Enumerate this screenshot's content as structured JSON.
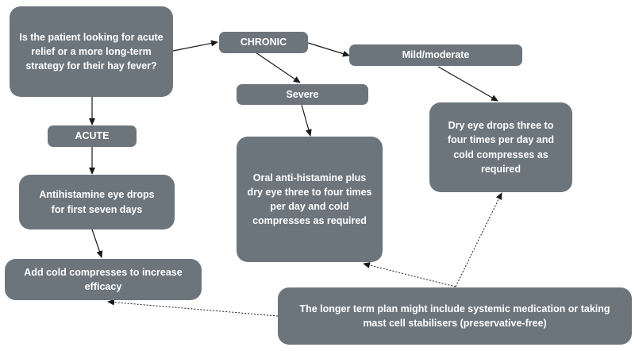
{
  "diagram": {
    "question": "Is the patient looking for acute relief or a more long-term strategy for their hay fever?",
    "acute_label": "ACUTE",
    "chronic_label": "CHRONIC",
    "severe_label": "Severe",
    "mild_label": "Mild/moderate",
    "antihistamine_drops": "Antihistamine eye drops for first seven days",
    "cold_compresses": "Add cold compresses to increase efficacy",
    "oral_antihistamine": "Oral anti-histamine plus dry eye three to four times per day and cold compresses as required",
    "dry_eye_drops": "Dry eye drops three to four times per day and cold compresses as required",
    "long_term_plan": "The longer term plan might include systemic medication or taking mast cell stabilisers (preservative-free)"
  },
  "colors": {
    "node_fill": "#6d757c",
    "node_text": "#ffffff",
    "arrow": "#1a1a1a"
  }
}
